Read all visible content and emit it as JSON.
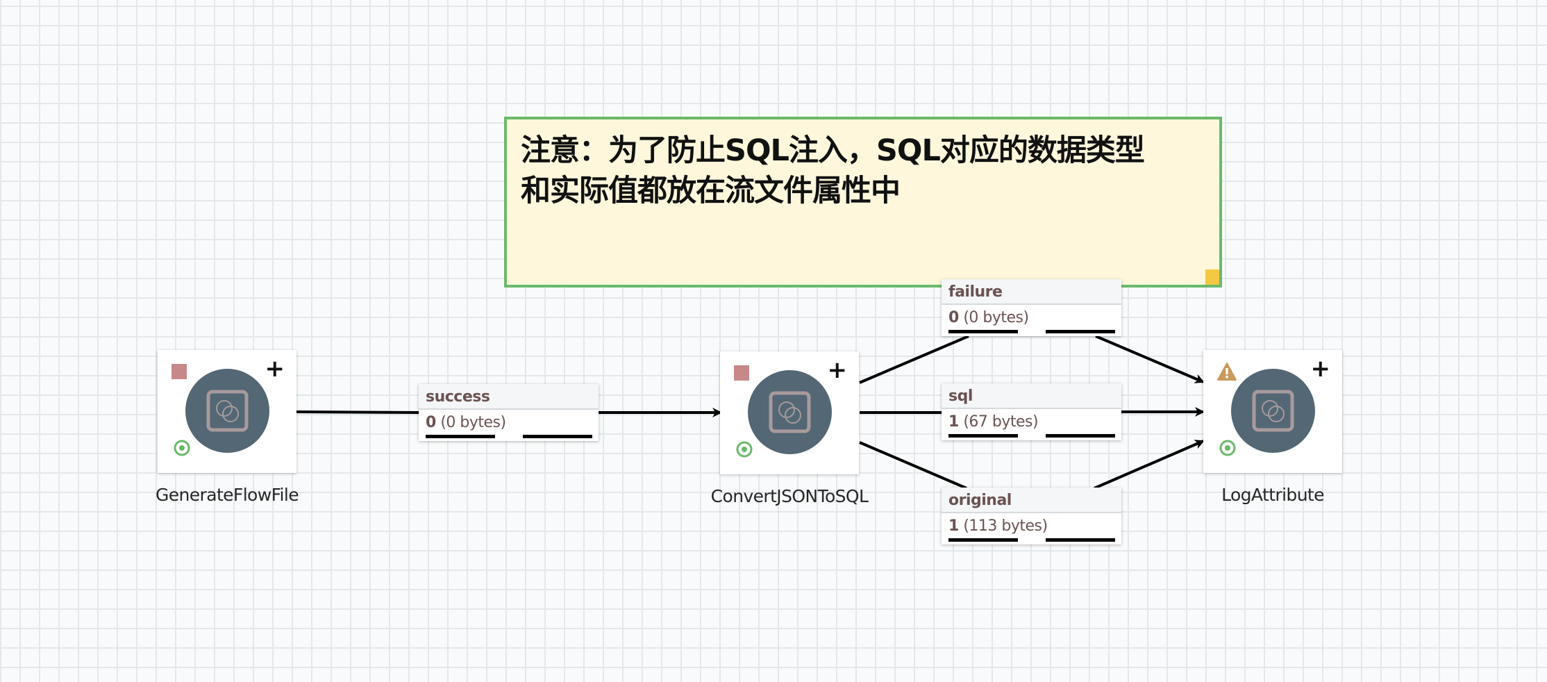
{
  "label": {
    "text_line1": "注意：为了防止SQL注入，SQL对应的数据类型",
    "text_line2": "和实际值都放在流文件属性中",
    "border_color": "#6ab96a",
    "fill_color": "#fff7dc"
  },
  "processors": [
    {
      "name": "GenerateFlowFile",
      "state": "stopped",
      "status_icon": "stop-icon",
      "validity": "valid"
    },
    {
      "name": "ConvertJSONToSQL",
      "state": "stopped",
      "status_icon": "stop-icon",
      "validity": "valid"
    },
    {
      "name": "LogAttribute",
      "state": "invalid",
      "status_icon": "warning-icon",
      "validity": "warning"
    }
  ],
  "connections": [
    {
      "relationship": "success",
      "count": "0",
      "size": "(0 bytes)",
      "from": "GenerateFlowFile",
      "to": "ConvertJSONToSQL"
    },
    {
      "relationship": "failure",
      "count": "0",
      "size": "(0 bytes)",
      "from": "ConvertJSONToSQL",
      "to": "LogAttribute"
    },
    {
      "relationship": "sql",
      "count": "1",
      "size": "(67 bytes)",
      "from": "ConvertJSONToSQL",
      "to": "LogAttribute"
    },
    {
      "relationship": "original",
      "count": "1",
      "size": "(113 bytes)",
      "from": "ConvertJSONToSQL",
      "to": "LogAttribute"
    }
  ],
  "colors": {
    "stop": "#c7888a",
    "warning": "#c99a5b",
    "running_indicator": "#6ab96a",
    "processor_circle": "#536775",
    "resize_handle": "#f4c844"
  }
}
